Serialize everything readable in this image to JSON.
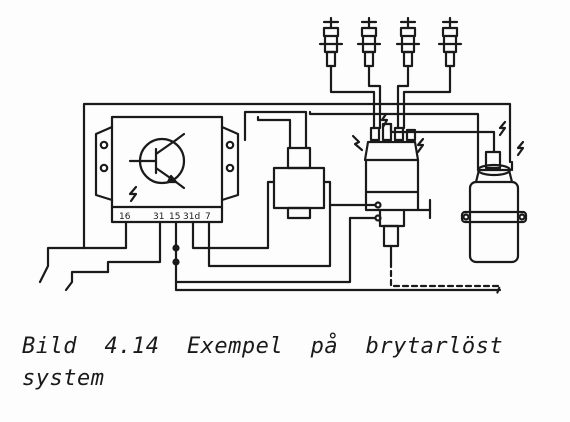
{
  "figure": {
    "caption_line_1": "Bild  4.14  Exempel  på  brytarlöst",
    "caption_line_2": "system"
  },
  "terminals": {
    "t16": "16",
    "t31": "31",
    "t15": "15",
    "t31d": "31d",
    "t7": "7"
  }
}
